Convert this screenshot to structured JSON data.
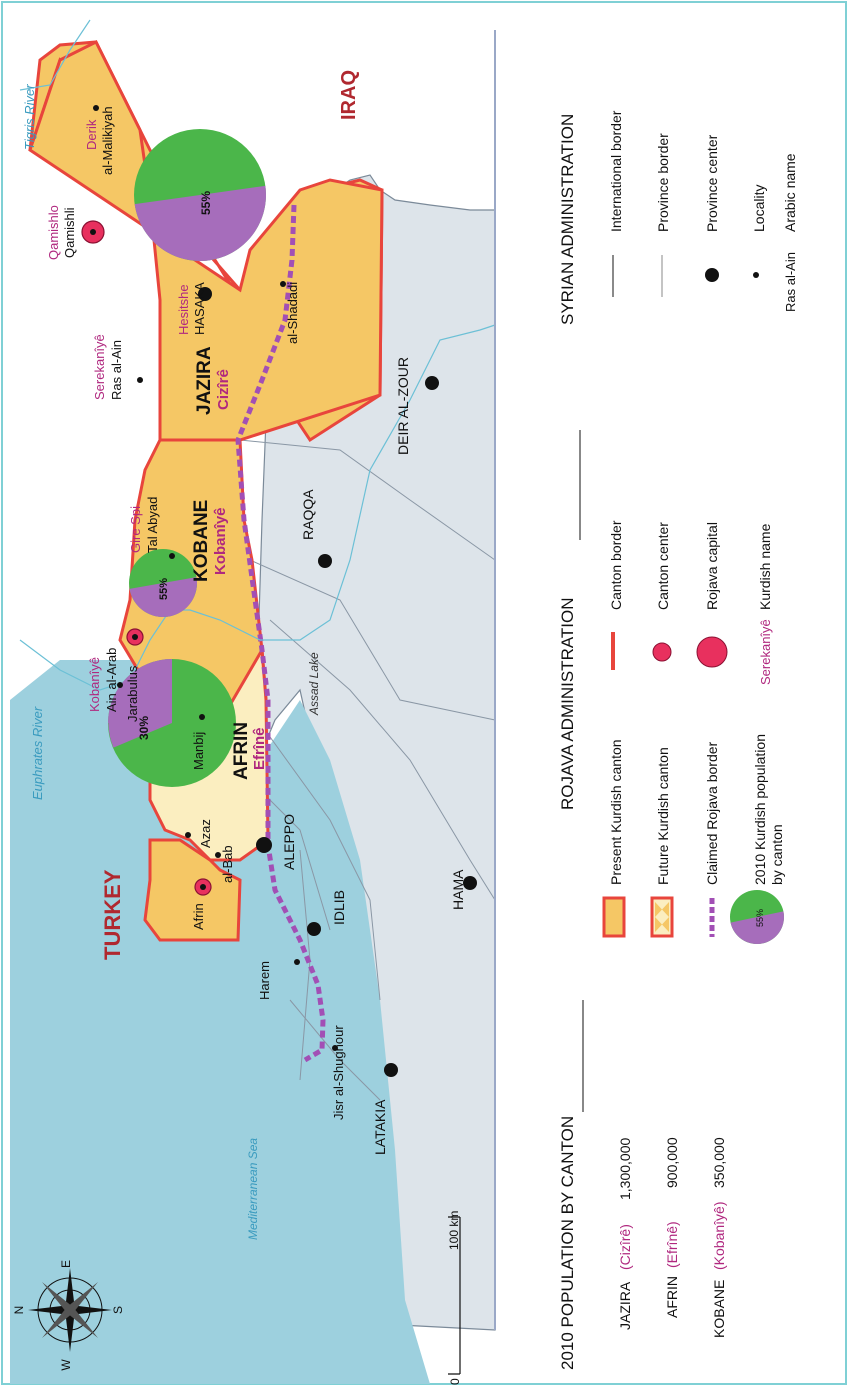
{
  "colors": {
    "present_canton": "#f5c765",
    "future_canton": "#fbeec0",
    "canton_border": "#e8453c",
    "claimed_border": "#a24fb5",
    "kurdish_pop": "#a66dbb",
    "other_pop": "#4bb64a",
    "kurdish_name": "#b0287f",
    "country": "#b0282f",
    "syria_land": "#dde4ea",
    "sea": "#9dd0de",
    "water_text": "#3a9bbf"
  },
  "countries": {
    "turkey": "TURKEY",
    "iraq": "IRAQ"
  },
  "water": {
    "sea": "Mediterranean Sea",
    "euphrates": "Euphrates River",
    "tigris": "Tigris River",
    "lake": "Assad Lake"
  },
  "cantons": {
    "jazira": {
      "name": "JAZIRA",
      "kurdish": "Cizîrê",
      "share": "55%"
    },
    "kobane": {
      "name": "KOBANE",
      "kurdish": "Kobanîyê",
      "share": "55%"
    },
    "afrin": {
      "name": "AFRIN",
      "kurdish": "Efrînê",
      "share": "30%"
    }
  },
  "places": {
    "qamishli_k": "Qamishlo",
    "qamishli": "Qamishli",
    "derik_k": "Derik",
    "malikiyah": "al-Malikiyah",
    "hasaka_k": "Hesitshe",
    "hasaka": "HASAKA",
    "shadadi": "al-Shadadi",
    "rasalain_k": "Serekanîyê",
    "rasalain": "Ras al-Ain",
    "talabyad_k": "Gire Spi",
    "talabyad": "Tal Abyad",
    "ainalarab_k": "Kobanîyê",
    "ainalarab": "Ain al-Arab",
    "jarabulus": "Jarabulus",
    "manbij": "Manbij",
    "azaz": "Azaz",
    "albab": "al-Bab",
    "afrin": "Afrin",
    "aleppo": "ALEPPO",
    "raqqa": "RAQQA",
    "deir": "DEIR AL-ZOUR",
    "idlib": "IDLIB",
    "hama": "HAMA",
    "harem": "Harem",
    "jisr": "Jisr al-Shughour",
    "latakia": "LATAKIA"
  },
  "compass": {
    "n": "N",
    "e": "E",
    "s": "S",
    "w": "W"
  },
  "scale": {
    "zero": "0",
    "label": "100 km"
  },
  "population": {
    "title": "2010 POPULATION BY CANTON",
    "rows": [
      {
        "name": "JAZIRA",
        "kurdish": "(Cizîrê)",
        "value": "1,300,000"
      },
      {
        "name": "AFRIN",
        "kurdish": "(Efrînê)",
        "value": "900,000"
      },
      {
        "name": "KOBANE",
        "kurdish": "(Kobanîyê)",
        "value": "350,000"
      }
    ]
  },
  "rojava_legend": {
    "title": "ROJAVA ADMINISTRATION",
    "present": "Present Kurdish canton",
    "future": "Future Kurdish canton",
    "claimed": "Claimed Rojava border",
    "pop1": "2010 Kurdish population",
    "pop2": "by canton",
    "pie_value": "55%",
    "canton_border": "Canton border",
    "canton_center": "Canton center",
    "capital": "Rojava capital",
    "kurdish_sample": "Serekanîyê",
    "kurdish_name": "Kurdish name"
  },
  "syria_legend": {
    "title": "SYRIAN ADMINISTRATION",
    "intl": "International border",
    "province": "Province border",
    "province_center": "Province center",
    "locality": "Locality",
    "arabic_sample": "Ras al-Ain",
    "arabic_name": "Arabic name"
  }
}
